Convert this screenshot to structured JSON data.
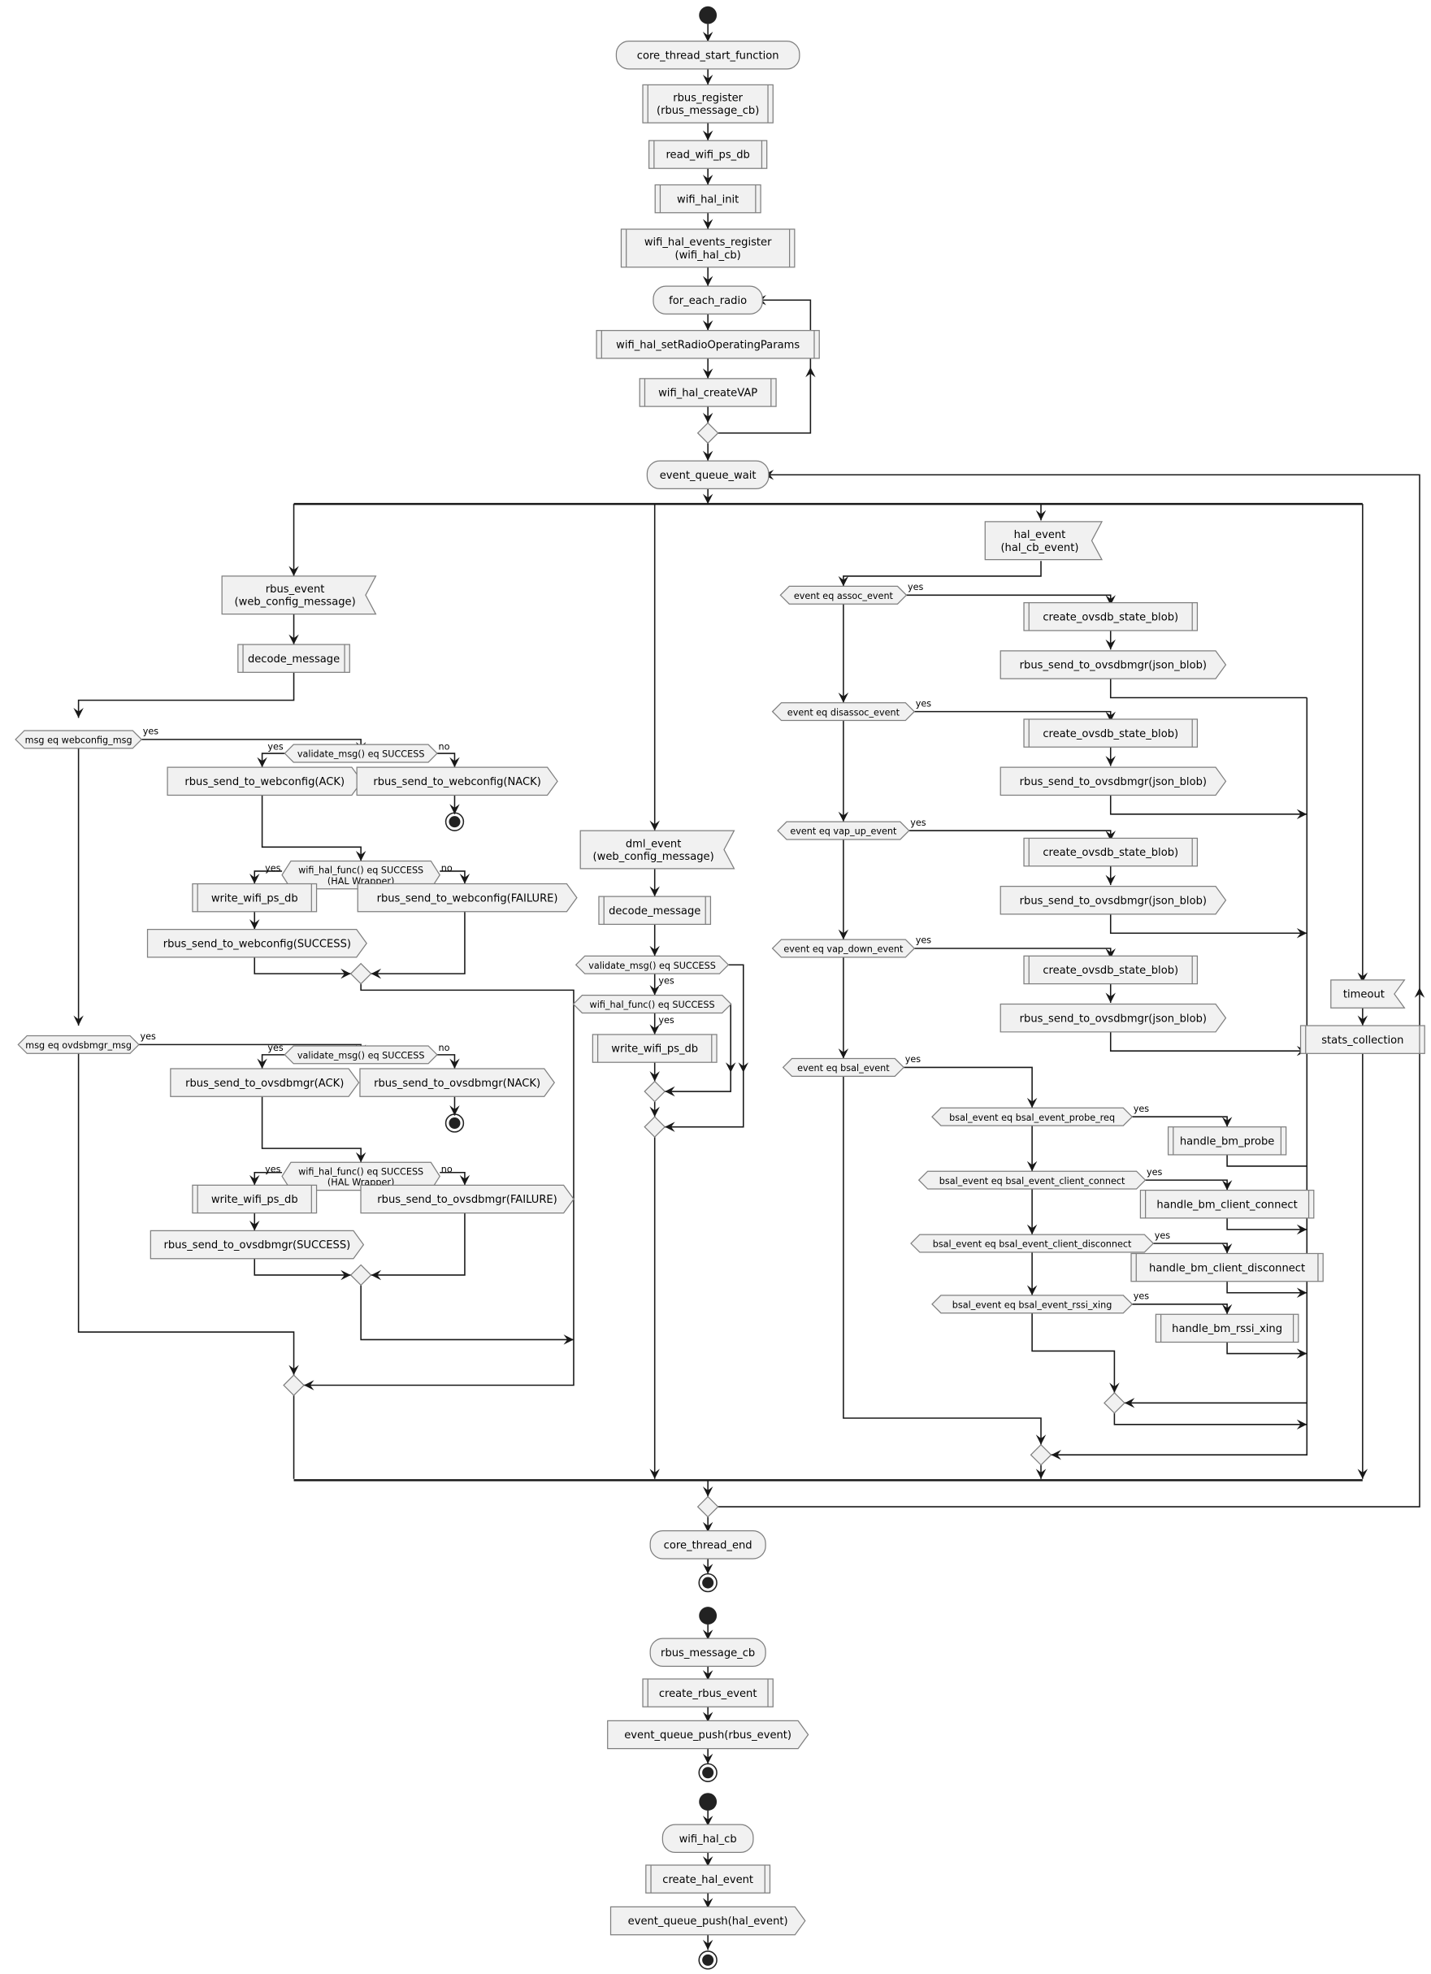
{
  "diagram": {
    "type": "activity",
    "main_flow": {
      "start": "start",
      "steps": [
        {
          "id": "core_thread_start_function",
          "label": "core_thread_start_function",
          "kind": "action"
        },
        {
          "id": "rbus_register",
          "label": [
            "rbus_register",
            "(rbus_message_cb)"
          ],
          "kind": "subprocess"
        },
        {
          "id": "read_wifi_ps_db",
          "label": "read_wifi_ps_db",
          "kind": "subprocess"
        },
        {
          "id": "wifi_hal_init",
          "label": "wifi_hal_init",
          "kind": "subprocess"
        },
        {
          "id": "wifi_hal_events_register",
          "label": [
            "wifi_hal_events_register",
            "(wifi_hal_cb)"
          ],
          "kind": "subprocess"
        }
      ],
      "loop": {
        "label": "for_each_radio",
        "steps": [
          {
            "label": "wifi_hal_setRadioOperatingParams",
            "kind": "subprocess"
          },
          {
            "label": "wifi_hal_createVAP",
            "kind": "subprocess"
          }
        ]
      },
      "event_loop": {
        "label": "event_queue_wait",
        "branches": {
          "rbus": {
            "event": [
              "rbus_event",
              "(web_config_message)"
            ],
            "decode": "decode_message",
            "cond1": "msg eq webconfig_msg",
            "cond2": "msg eq ovdsbmgr_msg",
            "webconfig": {
              "validate": "validate_msg() eq SUCCESS",
              "ack": "rbus_send_to_webconfig(ACK)",
              "nack": "rbus_send_to_webconfig(NACK)",
              "hal_check": [
                "wifi_hal_func() eq SUCCESS",
                "(HAL Wrapper)"
              ],
              "write": "write_wifi_ps_db",
              "success": "rbus_send_to_webconfig(SUCCESS)",
              "failure": "rbus_send_to_webconfig(FAILURE)"
            },
            "ovsdbmgr": {
              "validate": "validate_msg() eq SUCCESS",
              "ack": "rbus_send_to_ovsdbmgr(ACK)",
              "nack": "rbus_send_to_ovsdbmgr(NACK)",
              "hal_check": [
                "wifi_hal_func() eq SUCCESS",
                "(HAL Wrapper)"
              ],
              "write": "write_wifi_ps_db",
              "success": "rbus_send_to_ovsdbmgr(SUCCESS)",
              "failure": "rbus_send_to_ovsdbmgr(FAILURE)"
            }
          },
          "dml": {
            "event": [
              "dml_event",
              "(web_config_message)"
            ],
            "decode": "decode_message",
            "validate": "validate_msg() eq SUCCESS",
            "hal_check": "wifi_hal_func() eq SUCCESS",
            "write": "write_wifi_ps_db"
          },
          "hal": {
            "event": [
              "hal_event",
              "(hal_cb_event)"
            ],
            "conds": [
              "event eq assoc_event",
              "event eq disassoc_event",
              "event eq vap_up_event",
              "event eq vap_down_event"
            ],
            "create_blob": "create_ovsdb_state_blob)",
            "send_blob": "rbus_send_to_ovsdbmgr(json_blob)",
            "bsal_cond": "event eq bsal_event",
            "bsal": [
              {
                "cond": "bsal_event eq bsal_event_probe_req",
                "handler": "handle_bm_probe"
              },
              {
                "cond": "bsal_event eq bsal_event_client_connect",
                "handler": "handle_bm_client_connect"
              },
              {
                "cond": "bsal_event eq bsal_event_client_disconnect",
                "handler": "handle_bm_client_disconnect"
              },
              {
                "cond": "bsal_event eq bsal_event_rssi_xing",
                "handler": "handle_bm_rssi_xing"
              }
            ]
          },
          "timeout": {
            "event": "timeout",
            "action": "stats_collection"
          }
        }
      },
      "end_action": "core_thread_end"
    },
    "rbus_cb_flow": {
      "start": "rbus_message_cb",
      "create": "create_rbus_event",
      "push": "event_queue_push(rbus_event)"
    },
    "hal_cb_flow": {
      "start": "wifi_hal_cb",
      "create": "create_hal_event",
      "push": "event_queue_push(hal_event)"
    },
    "edge_labels": {
      "yes": "yes",
      "no": "no"
    }
  }
}
